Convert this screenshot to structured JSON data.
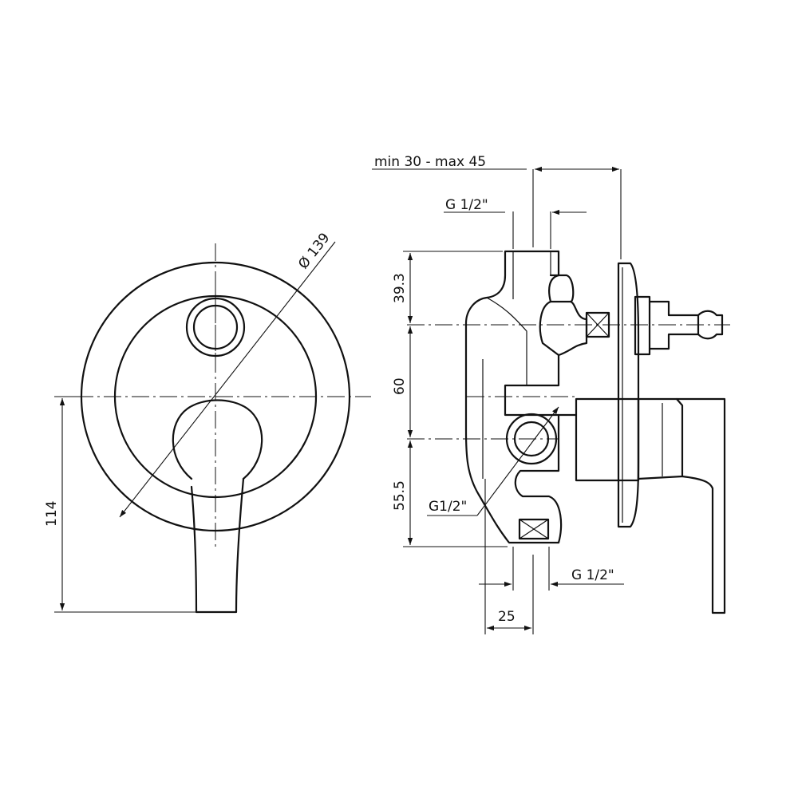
{
  "front_view": {
    "diameter_label": "Ø 139",
    "height_label": "114"
  },
  "side_view": {
    "wall_depth_label": "min 30 - max 45",
    "top_connection_label": "G 1/2\"",
    "dim_upper_label": "39.3",
    "dim_middle_label": "60",
    "dim_lower_label": "55.5",
    "side_connection_label": "G1/2\"",
    "bottom_connection_label": "G 1/2\"",
    "bottom_width_label": "25"
  }
}
